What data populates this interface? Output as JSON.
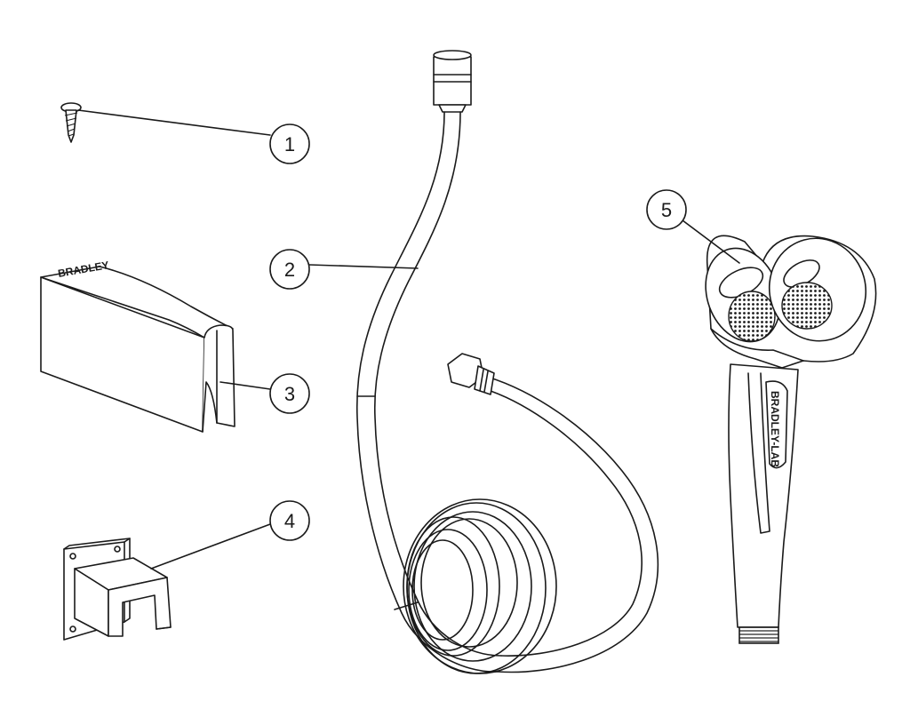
{
  "diagram": {
    "callouts": [
      {
        "number": "1",
        "part": "screw"
      },
      {
        "number": "2",
        "part": "hose"
      },
      {
        "number": "3",
        "part": "wall-holder-cover"
      },
      {
        "number": "4",
        "part": "wall-bracket"
      },
      {
        "number": "5",
        "part": "eye-wash-head"
      }
    ],
    "brand_marks": {
      "cover": "BRADLEY",
      "handle": "BRADLEY-LAB"
    },
    "colors": {
      "line": "#1a1a1a",
      "background": "#ffffff"
    }
  }
}
